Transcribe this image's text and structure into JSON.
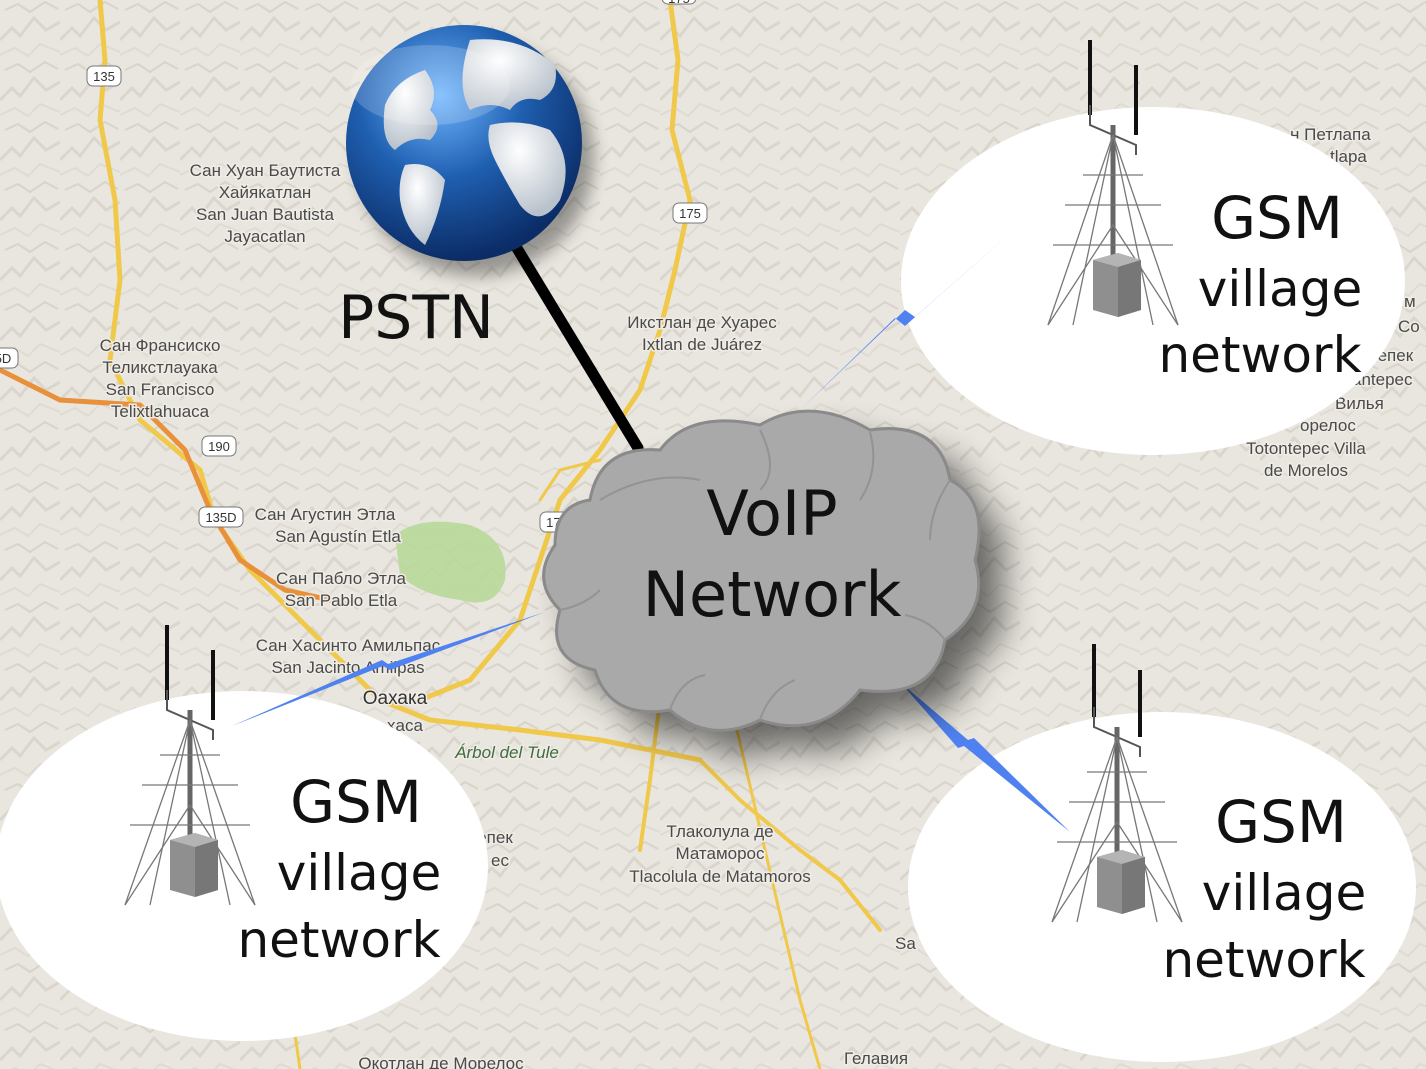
{
  "diagram": {
    "pstn_label": "PSTN",
    "voip_label": [
      "VoIP",
      "Network"
    ],
    "gsm_label": [
      "GSM",
      "village",
      "network"
    ]
  },
  "map": {
    "labels": [
      "Сан Хуан Баутиста",
      "Хайякатлан",
      "San Juan Bautista",
      "Jayacatlan",
      "Сан Франсиско",
      "Теликстлауака",
      "San Francisco",
      "Telixtlahuaca",
      "Сан Агустин Этла",
      "San Agustín Etla",
      "Сан Пабло Этла",
      "San Pablo Etla",
      "Сан Хасинто Амильпас",
      "San Jacinto Amilpas",
      "Оахака",
      "xaca",
      "Árbol del Tule",
      "Икстлан де Хуарес",
      "Ixtlan de Juárez",
      "Тлаколула де",
      "Матаморос",
      "Tlacolula de Matamoros",
      "епек",
      "ес",
      "Окотлан де Морелос",
      "Гелавия",
      "Sa",
      "н Петлапа",
      "tlapa",
      "Вилья",
      "орелос",
      "Totontepec Villa",
      "de Morelos",
      "м",
      "Co",
      "тепек",
      "antepec"
    ],
    "highway_shields": [
      "135",
      "175",
      "190",
      "135D",
      "175",
      "175",
      "5D"
    ]
  },
  "colors": {
    "map_bg": "#e9e6df",
    "road_yellow": "#f0c84a",
    "road_orange": "#e9913a",
    "park_green": "#b8d89a",
    "wireless_link": "#4f82f0",
    "cloud": "#a9a9a9",
    "globe_ocean": "#1f5fb0"
  },
  "icons": [
    "globe-icon",
    "cloud-icon",
    "cell-tower-icon",
    "wireless-link-icon",
    "wired-link-icon"
  ]
}
